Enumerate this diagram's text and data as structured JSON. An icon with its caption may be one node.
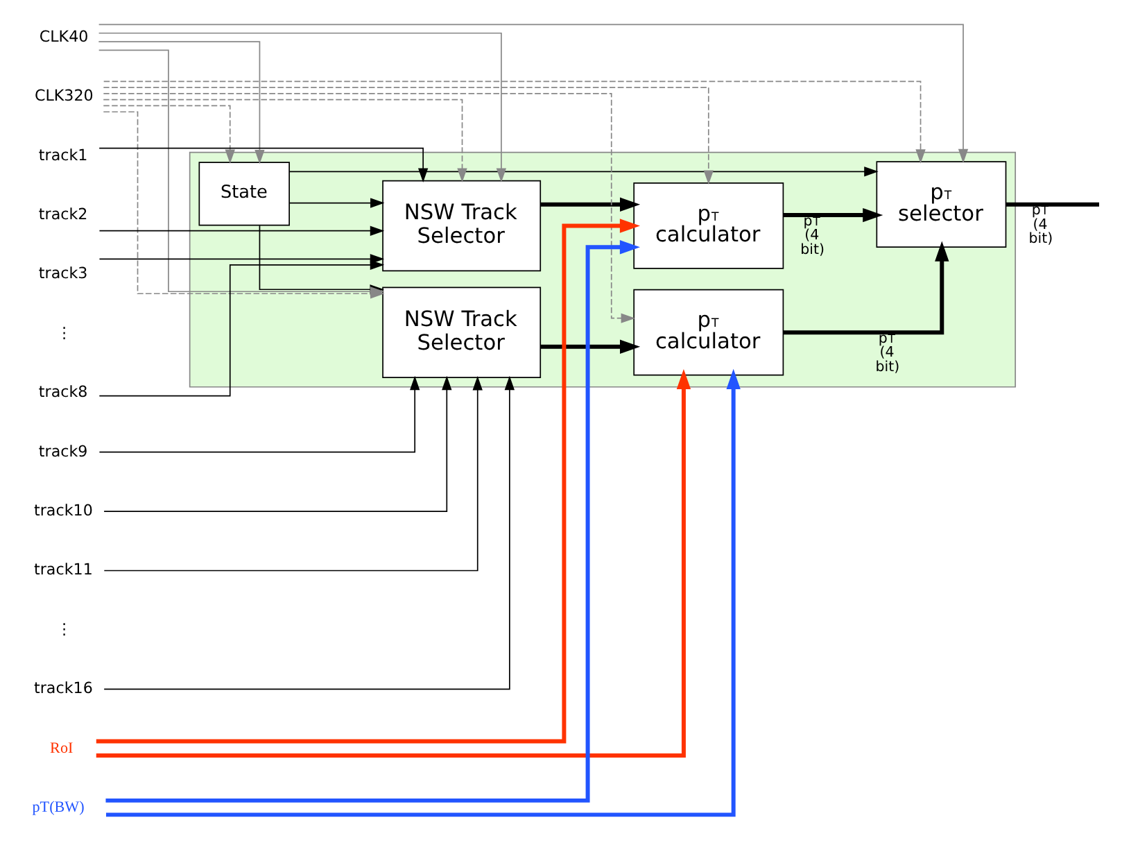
{
  "diagram": {
    "nodes": [
      {
        "text": [],
        "shape": "box"
      },
      {
        "text": [
          "CLK40"
        ]
      },
      {
        "text": [
          "CLK320"
        ]
      },
      {
        "text": [
          "State"
        ],
        "in": 0
      },
      {
        "text": [
          "NSW Track Selector"
        ],
        "in": 0
      },
      {
        "text": [
          "NSW Track Selector"
        ],
        "in": 0
      },
      {
        "text": [
          "p$_{T}$ calculator"
        ],
        "in": 0
      },
      {
        "text": [
          "p$_{T}$ calculator"
        ],
        "in": 0
      },
      {
        "text": [
          "p$_{T}$ selector"
        ],
        "in": 0
      },
      {
        "text": [
          "track1"
        ]
      },
      {
        "text": [
          "track2"
        ]
      },
      {
        "text": [
          "track3"
        ]
      },
      {
        "text": [
          "track8"
        ]
      },
      {
        "text": [
          "track9"
        ]
      },
      {
        "text": [
          "track10"
        ]
      },
      {
        "text": [
          "track11"
        ]
      },
      {
        "text": [
          "track16"
        ]
      },
      {
        "text": [
          "RoI"
        ]
      },
      {
        "text": [
          "pT(BW)"
        ]
      }
    ],
    "edges": [
      {
        "from": 1,
        "to": 3,
        "arrow": "to",
        "color": "#888888"
      },
      {
        "from": 1,
        "to": 4,
        "arrow": "to",
        "color": "#888888"
      },
      {
        "from": 1,
        "to": 5,
        "arrow": "to",
        "color": "#888888"
      },
      {
        "from": 1,
        "to": 8,
        "arrow": "to",
        "color": "#888888"
      },
      {
        "from": 2,
        "to": 3,
        "arrow": "to",
        "style": "dashed",
        "color": "#888888"
      },
      {
        "from": 2,
        "to": 4,
        "arrow": "to",
        "style": "dashed",
        "color": "#888888"
      },
      {
        "from": 2,
        "to": 5,
        "arrow": "to",
        "style": "dashed",
        "color": "#888888"
      },
      {
        "from": 2,
        "to": 6,
        "arrow": "to",
        "style": "dashed",
        "color": "#888888"
      },
      {
        "from": 2,
        "to": 7,
        "arrow": "to",
        "style": "dashed",
        "color": "#888888"
      },
      {
        "from": 2,
        "to": 8,
        "arrow": "to",
        "style": "dashed",
        "color": "#888888"
      },
      {
        "from": 3,
        "to": 4,
        "arrow": "to"
      },
      {
        "from": 3,
        "to": 5,
        "arrow": "to"
      },
      {
        "from": 3,
        "to": 8,
        "arrow": "to"
      },
      {
        "from": 9,
        "to": 4,
        "arrow": "to"
      },
      {
        "from": 10,
        "to": 4,
        "arrow": "to"
      },
      {
        "from": 11,
        "to": 4,
        "arrow": "to"
      },
      {
        "from": 12,
        "to": 4,
        "arrow": "to"
      },
      {
        "from": 13,
        "to": 5,
        "arrow": "to"
      },
      {
        "from": 14,
        "to": 5,
        "arrow": "to"
      },
      {
        "from": 15,
        "to": 5,
        "arrow": "to"
      },
      {
        "from": 16,
        "to": 5,
        "arrow": "to"
      },
      {
        "from": 4,
        "to": 6,
        "arrow": "to",
        "style": "thick"
      },
      {
        "from": 5,
        "to": 7,
        "arrow": "to",
        "style": "thick"
      },
      {
        "from": 17,
        "to": 6,
        "arrow": "to",
        "style": "thick",
        "color": "#ff3300"
      },
      {
        "from": 17,
        "to": 7,
        "arrow": "to",
        "style": "thick",
        "color": "#ff3300"
      },
      {
        "from": 18,
        "to": 6,
        "arrow": "to",
        "style": "thick",
        "color": "#2255ff"
      },
      {
        "from": 18,
        "to": 7,
        "arrow": "to",
        "style": "thick",
        "color": "#2255ff"
      },
      {
        "from": 6,
        "to": 8,
        "arrow": "to",
        "label": "p$_{T}$ (4 bit)",
        "style": "thick"
      },
      {
        "from": 7,
        "to": 8,
        "arrow": "to",
        "label": "p$_{T}$ (4 bit)",
        "style": "thick"
      },
      {
        "from": 8,
        "to": null,
        "arrow": "none",
        "label": "p$_{T}$ (4 bit)",
        "style": "thick"
      }
    ],
    "labels": [
      "⋮",
      "⋮"
    ]
  }
}
